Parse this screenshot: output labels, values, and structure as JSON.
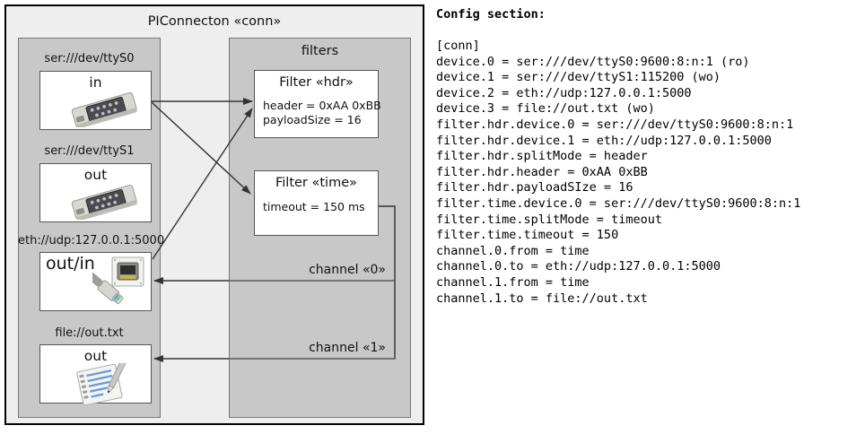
{
  "diagram": {
    "outer_title": "PIConnecton «conn»",
    "devices_panel": {
      "title": ""
    },
    "filters_panel": {
      "title": "filters"
    },
    "devices": [
      {
        "label": "ser:///dev/ttyS0",
        "direction": "in",
        "icon": "serial-port-icon"
      },
      {
        "label": "ser:///dev/ttyS1",
        "direction": "out",
        "icon": "serial-port-icon"
      },
      {
        "label": "eth://udp:127.0.0.1:5000",
        "direction": "out/in",
        "icon": "ethernet-jack-icon"
      },
      {
        "label": "file://out.txt",
        "direction": "out",
        "icon": "text-file-icon"
      }
    ],
    "filters": [
      {
        "title": "Filter «hdr»",
        "props": [
          "header = 0xAA 0xBB",
          "payloadSize = 16"
        ]
      },
      {
        "title": "Filter «time»",
        "props": [
          "timeout = 150 ms"
        ]
      }
    ],
    "channels": [
      {
        "label": "channel «0»"
      },
      {
        "label": "channel «1»"
      }
    ]
  },
  "config": {
    "heading": "Config section:",
    "lines": [
      "[conn]",
      "device.0 = ser:///dev/ttyS0:9600:8:n:1 (ro)",
      "device.1 = ser:///dev/ttyS1:115200 (wo)",
      "device.2 = eth://udp:127.0.0.1:5000",
      "device.3 = file://out.txt (wo)",
      "filter.hdr.device.0 = ser:///dev/ttyS0:9600:8:n:1",
      "filter.hdr.device.1 = eth://udp:127.0.0.1:5000",
      "filter.hdr.splitMode = header",
      "filter.hdr.header = 0xAA 0xBB",
      "filter.hdr.payloadSIze = 16",
      "filter.time.device.0 = ser:///dev/ttyS0:9600:8:n:1",
      "filter.time.splitMode = timeout",
      "filter.time.timeout = 150",
      "channel.0.from = time",
      "channel.0.to = eth://udp:127.0.0.1:5000",
      "channel.1.from = time",
      "channel.1.to = file://out.txt"
    ]
  },
  "colors": {
    "outer_bg": "#eeeeee",
    "panel_bg": "#c8c8c8",
    "box_bg": "#ffffff",
    "line": "#333333"
  }
}
